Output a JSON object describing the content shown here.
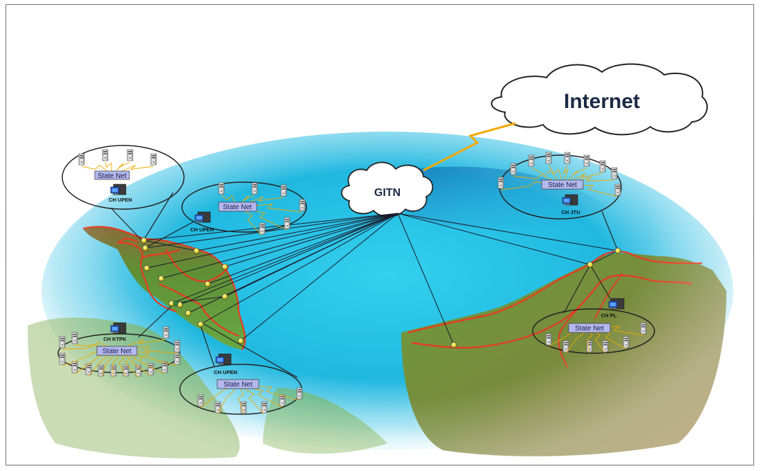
{
  "diagram": {
    "internet_label": "Internet",
    "gitn_label": "GITN",
    "state_net_label": "State Net",
    "clusters": [
      {
        "ch": "CH UPEN"
      },
      {
        "ch": "CH UPEN"
      },
      {
        "ch": "CH KTPK"
      },
      {
        "ch": "CH UPEN"
      },
      {
        "ch": "CH JTU"
      },
      {
        "ch": "CH PL"
      }
    ]
  },
  "colors": {
    "sea": "#2fc4e6",
    "deep_sea": "#1f7fc0",
    "land": "#5c9a3a",
    "mountain": "#a37a45",
    "border": "#e8391e",
    "link": "#f2a900",
    "line": "#1a1a2a",
    "state_box": "#b3b8ef"
  }
}
